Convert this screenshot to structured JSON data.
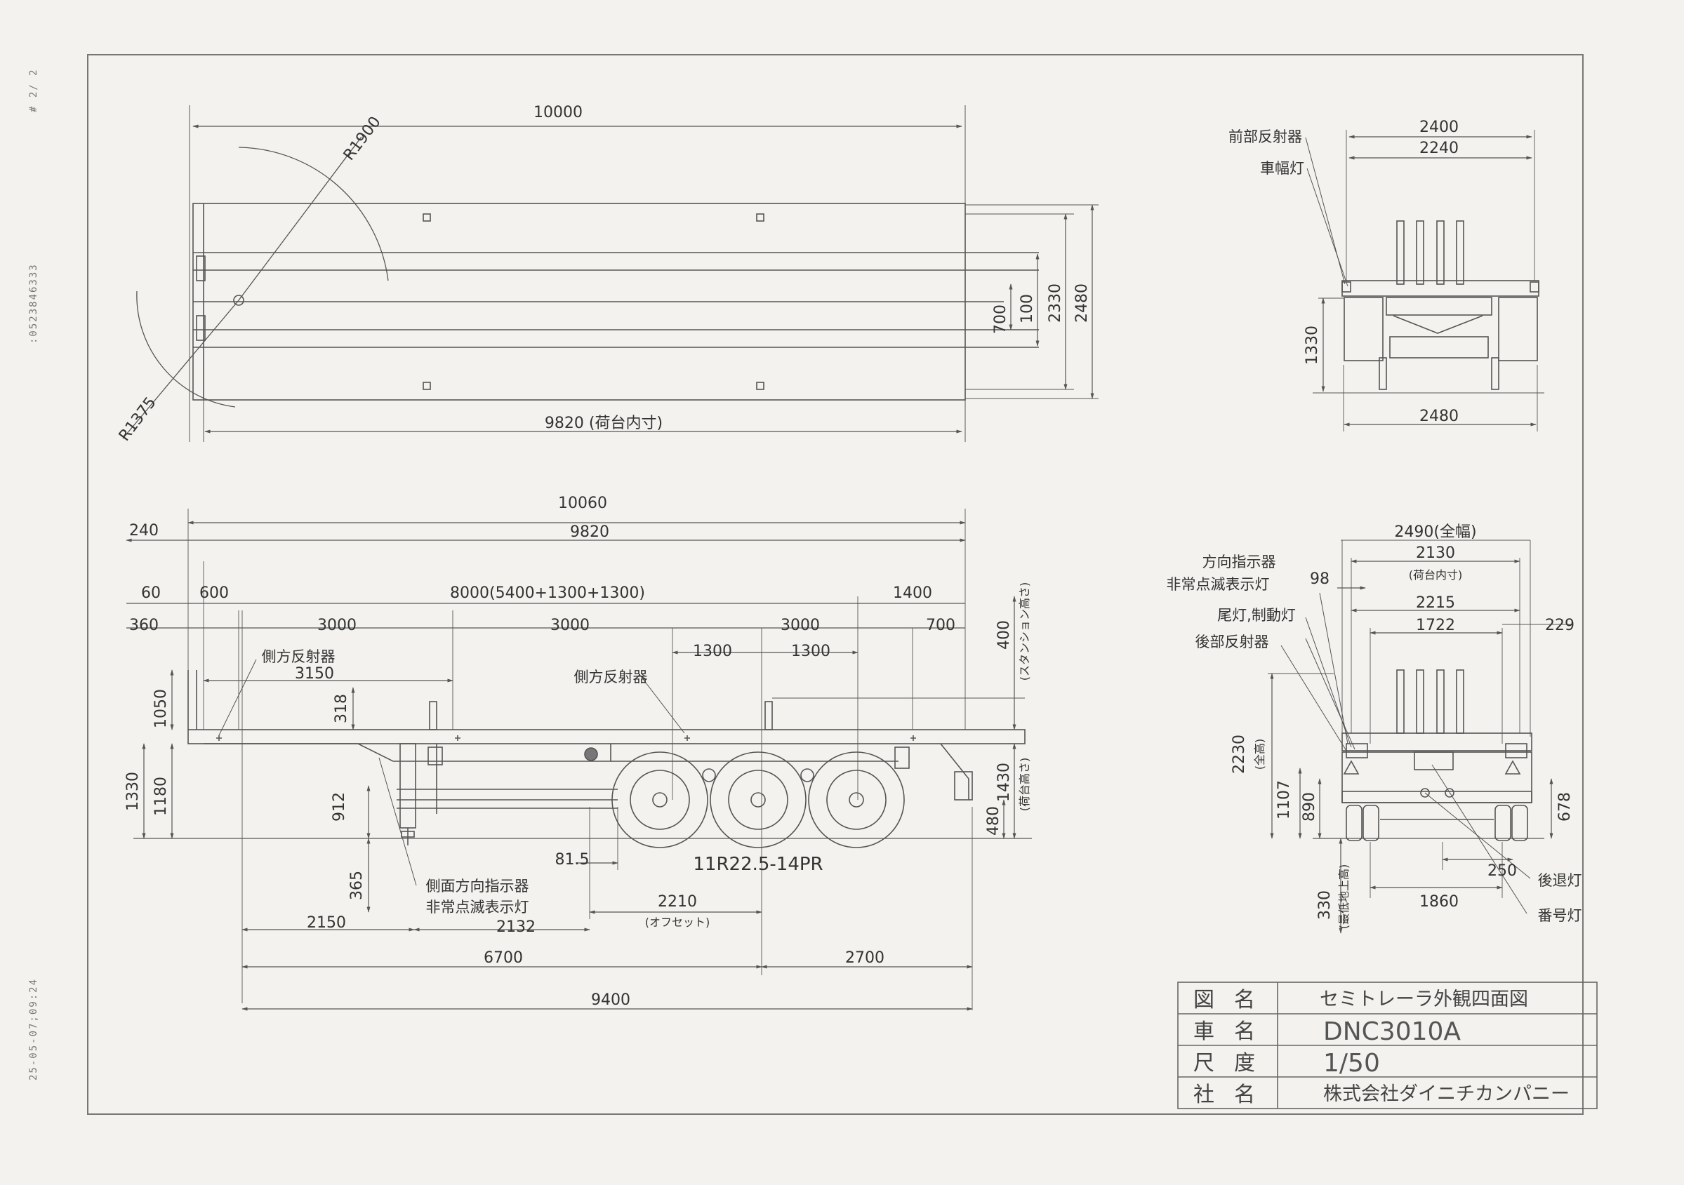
{
  "fax_header": {
    "page": "# 2/ 2",
    "number": ":0523846333",
    "timestamp": "25-05-07;09:24"
  },
  "top_view": {
    "overall_length": "10000",
    "inner_length": "9820 (荷台内寸)",
    "kingpin_swing_radius": "R1900",
    "front_swing_radius": "R1375",
    "width_a": "700",
    "width_b": "100",
    "width_inner": "2330",
    "width_overall": "2480"
  },
  "front_view": {
    "width_top": "2400",
    "width_inner": "2240",
    "label_front_reflector": "前部反射器",
    "label_width_lamp": "車幅灯",
    "height_coupler": "1330",
    "width_bottom": "2480"
  },
  "side_view": {
    "overall_length": "10060",
    "deck_length": "9820",
    "front_offset": "240",
    "offset_60": "60",
    "offset_600": "600",
    "offset_360": "360",
    "crossmember_span": "8000(5400+1300+1300)",
    "rear_overhang_1400": "1400",
    "pitch_3000_a": "3000",
    "pitch_3000_b": "3000",
    "pitch_3000_c": "3000",
    "rear_700": "700",
    "axle_spread_a": "1300",
    "axle_spread_b": "1300",
    "side_reflector_1": "側方反射器",
    "side_reflector_2": "側方反射器",
    "dim_3150": "3150",
    "dim_318": "318",
    "dim_1050": "1050",
    "dim_1330": "1330",
    "dim_1180": "1180",
    "dim_912": "912",
    "dim_400": "400",
    "dim_400_note": "(スタンション高さ)",
    "dim_1430": "1430",
    "dim_1430_note": "(荷台高さ)",
    "dim_480": "480",
    "dim_81_5": "81.5",
    "tire_spec": "11R22.5-14PR",
    "dim_365": "365",
    "turn_signal_side": "側面方向指示器",
    "hazard_lamp_side": "非常点滅表示灯",
    "dim_2150": "2150",
    "dim_2132": "2132",
    "dim_2210": "2210",
    "dim_2210_note": "(オフセット)",
    "dim_6700": "6700",
    "dim_2700": "2700",
    "dim_9400": "9400"
  },
  "rear_view": {
    "overall_width": "2490(全幅)",
    "deck_inner": "2130",
    "deck_inner_note": "(荷台内寸)",
    "label_turn": "方向指示器",
    "label_hazard": "非常点滅表示灯",
    "dim_98": "98",
    "dim_2215": "2215",
    "label_tail_brake": "尾灯,制動灯",
    "dim_1722": "1722",
    "dim_229": "229",
    "label_rear_reflector": "後部反射器",
    "height_overall": "2230",
    "height_overall_note": "(全高)",
    "dim_1107": "1107",
    "dim_890": "890",
    "dim_678": "678",
    "dim_330": "330",
    "dim_330_note": "(最低地上高)",
    "dim_250": "250",
    "dim_1860": "1860",
    "label_reverse_lamp": "後退灯",
    "label_plate_lamp": "番号灯"
  },
  "title_block": {
    "label_name": "図名",
    "label_vehicle": "車名",
    "label_scale": "尺度",
    "label_company": "社名",
    "drawing_name": "セミトレーラ外観四面図",
    "vehicle_name": "DNC3010A",
    "scale": "1/50",
    "company": "株式会社ダイニチカンパニー"
  }
}
